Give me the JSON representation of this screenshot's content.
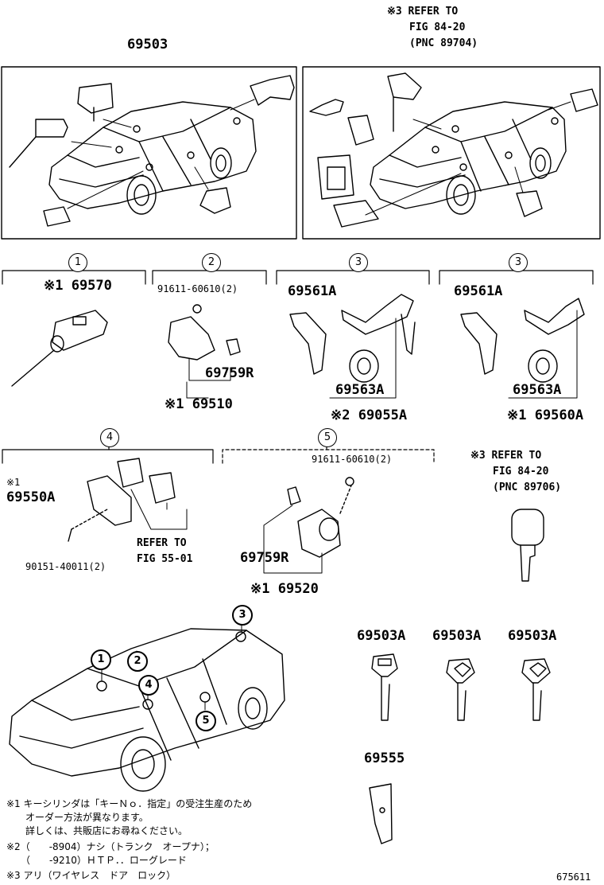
{
  "top": {
    "main_part": "69503",
    "refer_line1": "※3 REFER TO",
    "refer_line2": "FIG 84-20",
    "refer_line3": "(PNC 89704)"
  },
  "sections": {
    "s1": {
      "num": "1",
      "part": "※1 69570"
    },
    "s2": {
      "num": "2",
      "bolt": "91611-60610(2)",
      "clip": "69759R",
      "part": "※1 69510"
    },
    "s3a": {
      "num": "3",
      "lever": "69561A",
      "pad": "69563A",
      "part": "※2 69055A"
    },
    "s3b": {
      "num": "3",
      "lever": "69561A",
      "pad": "69563A",
      "part": "※1 69560A"
    },
    "s4": {
      "num": "4",
      "prefix": "※1",
      "part": "69550A",
      "screw": "90151-40011(2)",
      "refer1": "REFER TO",
      "refer2": "FIG 55-01"
    },
    "s5": {
      "num": "5",
      "bolt": "91611-60610(2)",
      "clip": "69759R",
      "part": "※1 69520"
    },
    "key_ref": {
      "line1": "※3 REFER TO",
      "line2": "FIG 84-20",
      "line3": "(PNC 89706)"
    }
  },
  "keys": [
    "69503A",
    "69503A",
    "69503A"
  ],
  "plate": "69555",
  "car_callouts": [
    "1",
    "2",
    "3",
    "4",
    "5"
  ],
  "notes": [
    "※1 キーシリンダは「キーＮｏ．指定」の受注生産のため",
    "　　オーダー方法が異なります。",
    "　　詳しくは、共販店にお尋ねください。",
    "※2（　　-8904）ナシ（トランク　オープナ）；",
    "　　（　　-9210）ＨＴＰ．．ローグレード",
    "※3 アリ（ワイヤレス　ドア　ロック）"
  ],
  "figure_id": "675611"
}
